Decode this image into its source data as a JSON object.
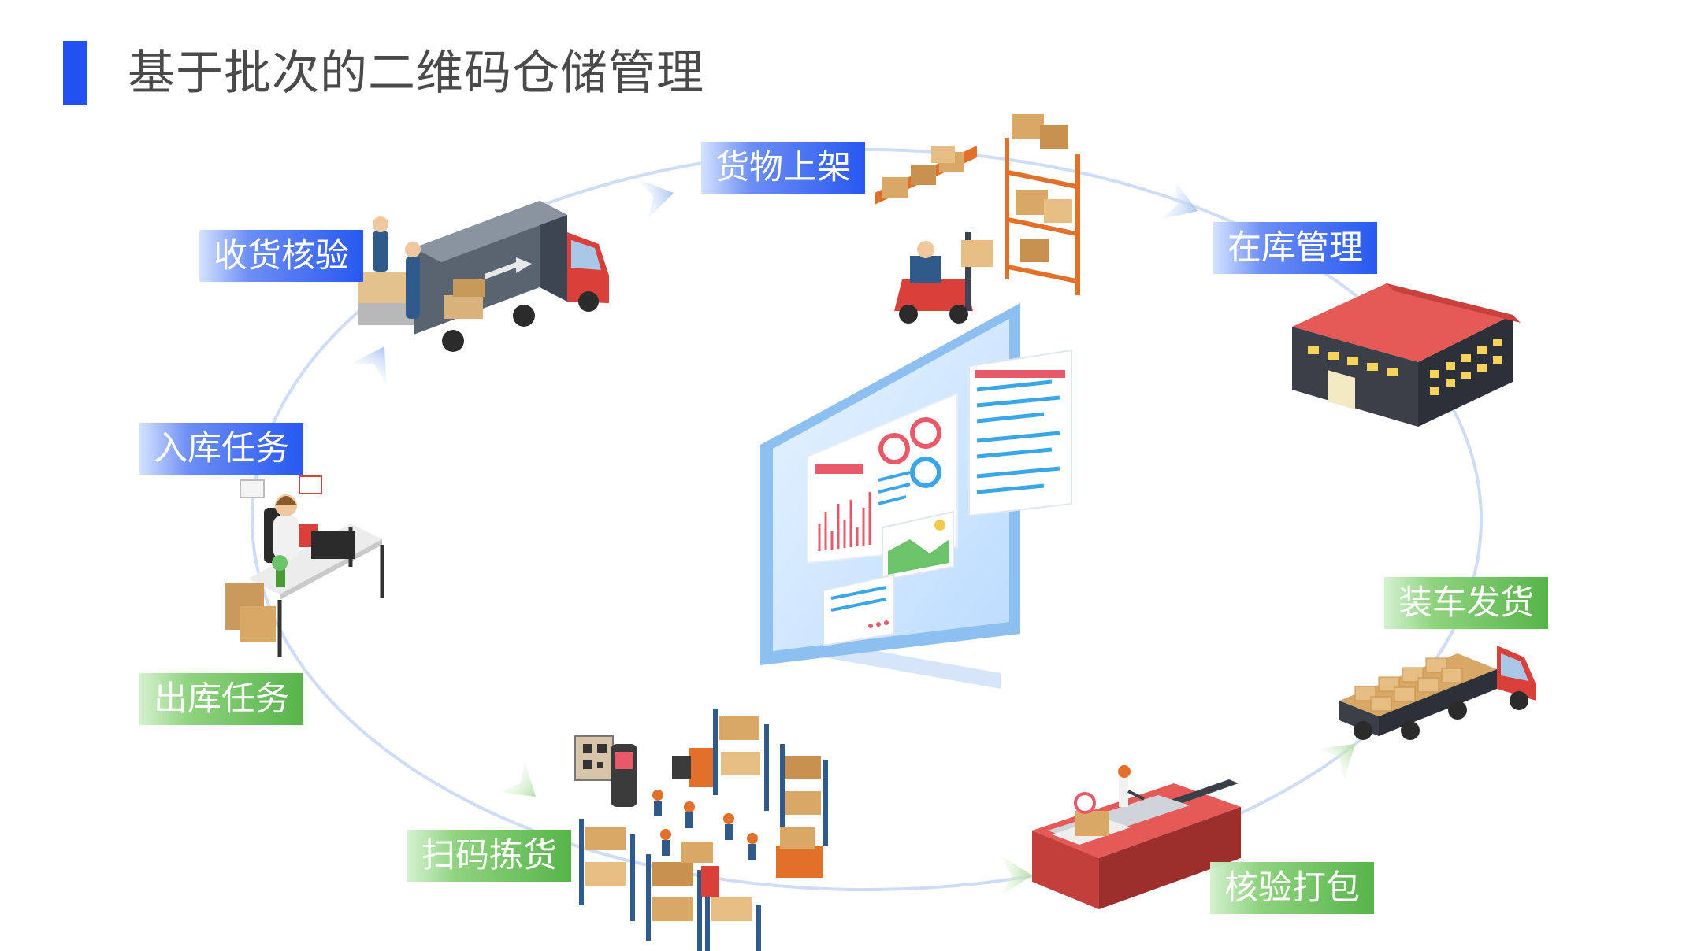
{
  "title": "基于批次的二维码仓储管理",
  "colors": {
    "accent_blue": "#2151f0",
    "accent_green": "#57b44a",
    "cycle_line": "#c9d8f5"
  },
  "steps": [
    {
      "key": "receive",
      "label": "收货核验",
      "color": "blue",
      "icon": "delivery-truck-icon"
    },
    {
      "key": "shelve",
      "label": "货物上架",
      "color": "blue",
      "icon": "forklift-shelf-icon"
    },
    {
      "key": "stock",
      "label": "在库管理",
      "color": "blue",
      "icon": "warehouse-building-icon"
    },
    {
      "key": "load",
      "label": "装车发货",
      "color": "green",
      "icon": "loaded-truck-icon"
    },
    {
      "key": "pack",
      "label": "核验打包",
      "color": "green",
      "icon": "packing-conveyor-icon"
    },
    {
      "key": "pick",
      "label": "扫码拣货",
      "color": "green",
      "icon": "scanner-warehouse-icon"
    },
    {
      "key": "outbound",
      "label": "出库任务",
      "color": "green",
      "icon": "office-desk-icon"
    },
    {
      "key": "inbound",
      "label": "入库任务",
      "color": "blue",
      "icon": "office-desk-icon"
    }
  ],
  "center_icon": "dashboard-monitor-icon"
}
